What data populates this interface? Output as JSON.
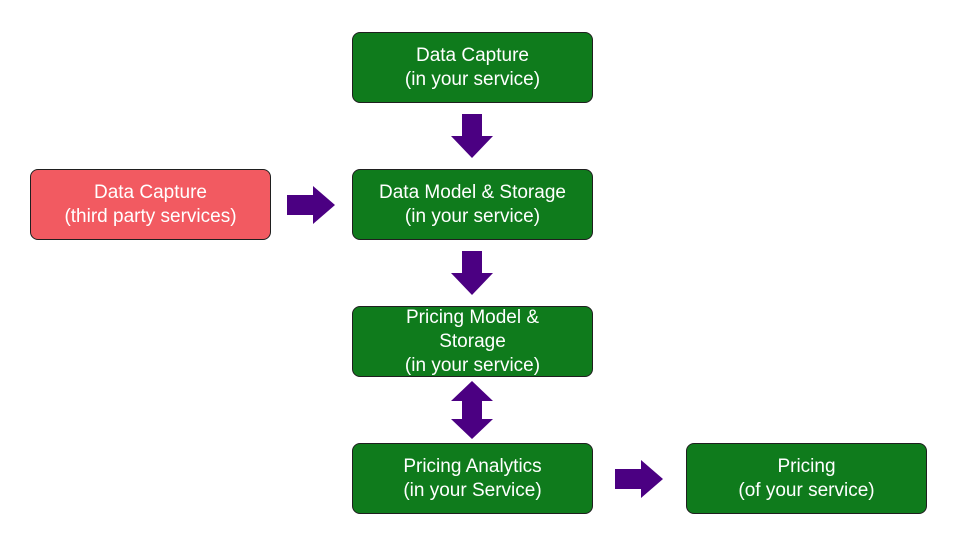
{
  "colors": {
    "service_box": "#0f7b1c",
    "third_party_box": "#f25a61",
    "arrow": "#4b0082",
    "text": "#ffffff"
  },
  "boxes": {
    "data_capture_service": {
      "lines": [
        "Data Capture",
        "(in your service)"
      ]
    },
    "data_capture_third": {
      "lines": [
        "Data Capture",
        "(third party services)"
      ]
    },
    "data_model": {
      "lines": [
        "Data Model & Storage",
        "(in your service)"
      ]
    },
    "pricing_model": {
      "lines": [
        "Pricing Model &",
        "Storage",
        "(in your service)"
      ]
    },
    "pricing_analytics": {
      "lines": [
        "Pricing Analytics",
        "(in your Service)"
      ]
    },
    "pricing": {
      "lines": [
        "Pricing",
        "(of your service)"
      ]
    }
  }
}
